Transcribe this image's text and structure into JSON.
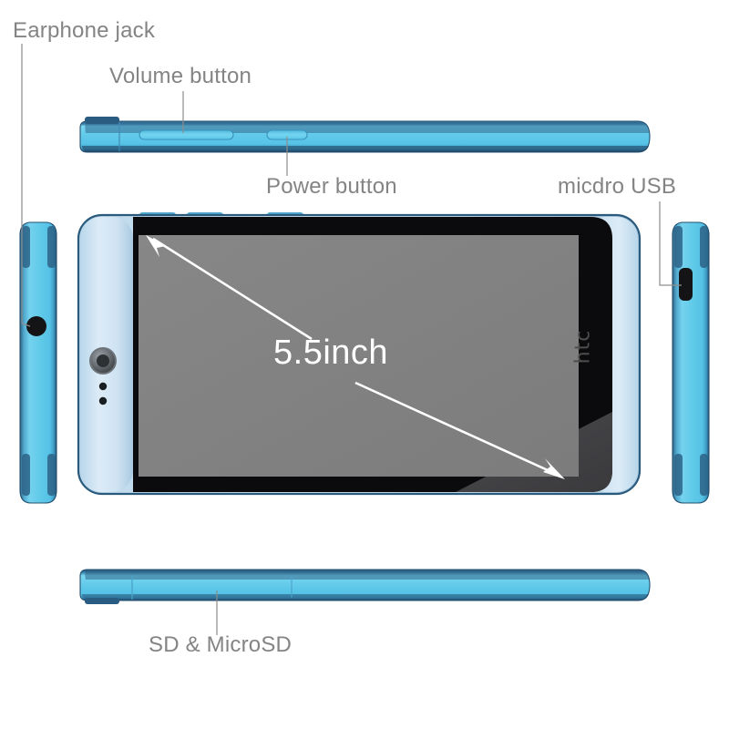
{
  "diagram": {
    "title": "HTC phone feature callout diagram",
    "background_color": "#ffffff",
    "label_color": "#848484",
    "body_color": "#5ec9ea",
    "body_color_dark": "#2b5878",
    "screen_color": "#808080",
    "bezel_color": "#0b0b0d",
    "front_frame_color": "#cfe3f2"
  },
  "labels": {
    "earphone_jack": "Earphone jack",
    "volume_button": "Volume button",
    "power_button": "Power button",
    "micro_usb": "micdro USB",
    "sd_slot": "SD & MicroSD"
  },
  "screen": {
    "size_text": "5.5inch",
    "brand": "htc"
  },
  "views": [
    {
      "name": "top-edge-view",
      "features": [
        "volume-button",
        "power-button"
      ]
    },
    {
      "name": "left-edge-view",
      "features": [
        "earphone-jack"
      ]
    },
    {
      "name": "front-view",
      "features": [
        "camera",
        "sensors",
        "screen",
        "brand"
      ]
    },
    {
      "name": "right-edge-view",
      "features": [
        "micro-usb-port"
      ]
    },
    {
      "name": "bottom-edge-view",
      "features": [
        "sd-card-slot"
      ]
    }
  ]
}
